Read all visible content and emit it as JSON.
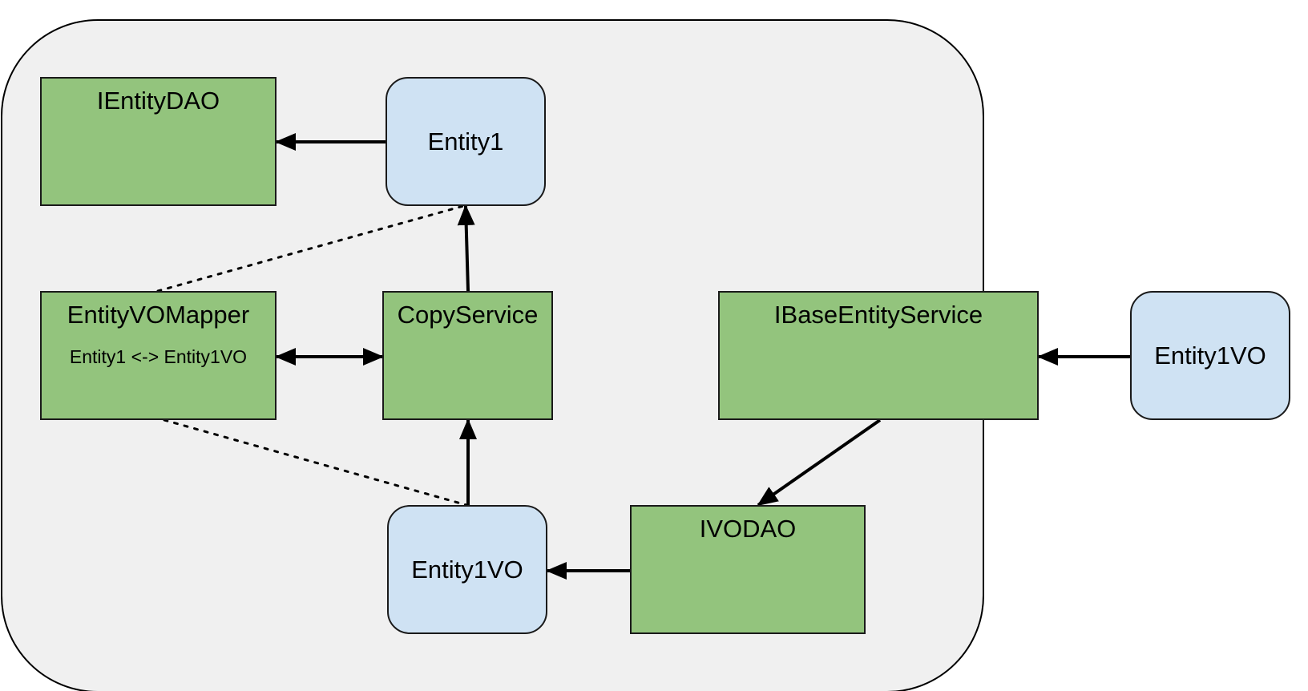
{
  "nodes": {
    "ientitydao": {
      "title": "IEntityDAO"
    },
    "entity1": {
      "title": "Entity1"
    },
    "entityvomapper": {
      "title": "EntityVOMapper",
      "subtitle": "Entity1 <-> Entity1VO"
    },
    "copyservice": {
      "title": "CopyService"
    },
    "ibaseentityservice": {
      "title": "IBaseEntityService"
    },
    "entity1vo_outer": {
      "title": "Entity1VO"
    },
    "entity1vo_inner": {
      "title": "Entity1VO"
    },
    "ivodao": {
      "title": "IVODAO"
    }
  },
  "colors": {
    "container_fill": "#f0f0f0",
    "interface_fill": "#93c47d",
    "entity_fill": "#cfe2f3",
    "stroke": "#000000"
  },
  "edges": [
    {
      "from": "entity1",
      "to": "ientitydao",
      "style": "arrow"
    },
    {
      "from": "copyservice",
      "to": "entity1",
      "style": "arrow"
    },
    {
      "from": "entityvomapper",
      "to": "copyservice",
      "style": "double-arrow"
    },
    {
      "from": "entity1vo_inner",
      "to": "copyservice",
      "style": "arrow"
    },
    {
      "from": "entity1vo_outer",
      "to": "ibaseentityservice",
      "style": "arrow"
    },
    {
      "from": "ibaseentityservice",
      "to": "ivodao",
      "style": "arrow"
    },
    {
      "from": "ivodao",
      "to": "entity1vo_inner",
      "style": "arrow"
    },
    {
      "from": "entityvomapper",
      "to": "entity1",
      "style": "dotted"
    },
    {
      "from": "entityvomapper",
      "to": "entity1vo_inner",
      "style": "dotted"
    }
  ]
}
